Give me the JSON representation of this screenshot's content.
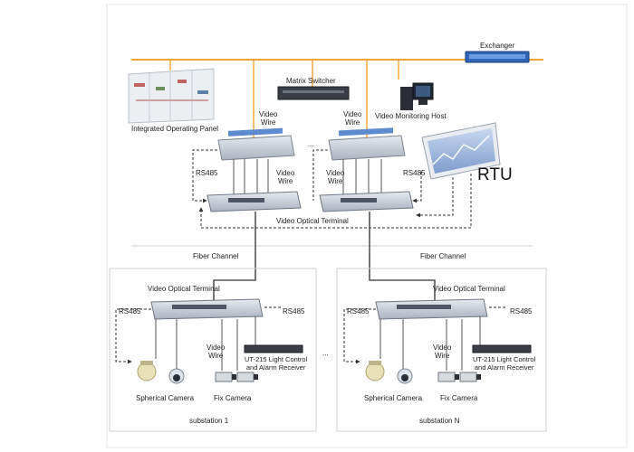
{
  "top": {
    "exchanger": "Exchanger",
    "matrix_switcher": "Matrix Switcher",
    "integrated_panel": "Integrated Operating Panel",
    "video_monitoring_host": "Video Monitoring Host",
    "video_wire": "Video\nWire",
    "ellipsis": "...",
    "rs485": "RS485",
    "rtu": "RTU",
    "video_optical_terminal": "Video Optical Terminal",
    "fiber_channel": "Fiber Channel"
  },
  "substations": [
    {
      "name": "substation 1",
      "video_optical_terminal": "Video Optical Terminal",
      "rs485": "RS485",
      "video_wire": "Video\nWire",
      "receiver": "UT-215 Light Control\nand Alarm Receiver",
      "spherical_camera": "Spherical Camera",
      "fix_camera": "Fix Camera"
    },
    {
      "name": "substation N",
      "video_optical_terminal": "Video Optical Terminal",
      "rs485": "RS485",
      "video_wire": "Video\nWire",
      "receiver": "UT-215 Light Control\nand Alarm Receiver",
      "spherical_camera": "Spherical Camera",
      "fix_camera": "Fix Camera"
    }
  ],
  "colors": {
    "bus": "#f0a53a",
    "device": "#c9cfd8",
    "device_dark": "#8d96a3",
    "link": "#555555",
    "dashed": "#333333",
    "box_border": "#cfcfcf"
  }
}
